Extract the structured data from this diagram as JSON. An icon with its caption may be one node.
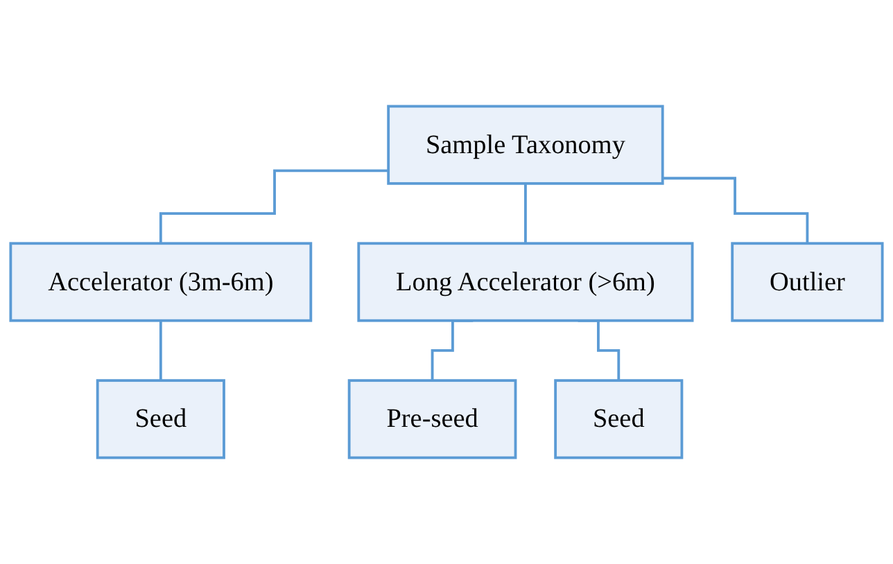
{
  "diagram": {
    "nodes": [
      {
        "text": [
          "Sample Taxonomy"
        ]
      },
      {
        "text": [
          "Accelerator (3m-6m)"
        ]
      },
      {
        "text": [
          "Long Accelerator (>6m)"
        ]
      },
      {
        "text": [
          "Outlier"
        ]
      },
      {
        "text": [
          "Seed"
        ]
      },
      {
        "text": [
          "Pre-seed"
        ]
      },
      {
        "text": [
          "Seed"
        ]
      }
    ],
    "edges": [
      {
        "from": 0,
        "to": 1,
        "arrow": "none"
      },
      {
        "from": 0,
        "to": 2,
        "arrow": "none"
      },
      {
        "from": 0,
        "to": 3,
        "arrow": "none"
      },
      {
        "from": 1,
        "to": 4,
        "arrow": "none"
      },
      {
        "from": 2,
        "to": 5,
        "arrow": "none"
      },
      {
        "from": 2,
        "to": 6,
        "arrow": "none"
      }
    ]
  }
}
